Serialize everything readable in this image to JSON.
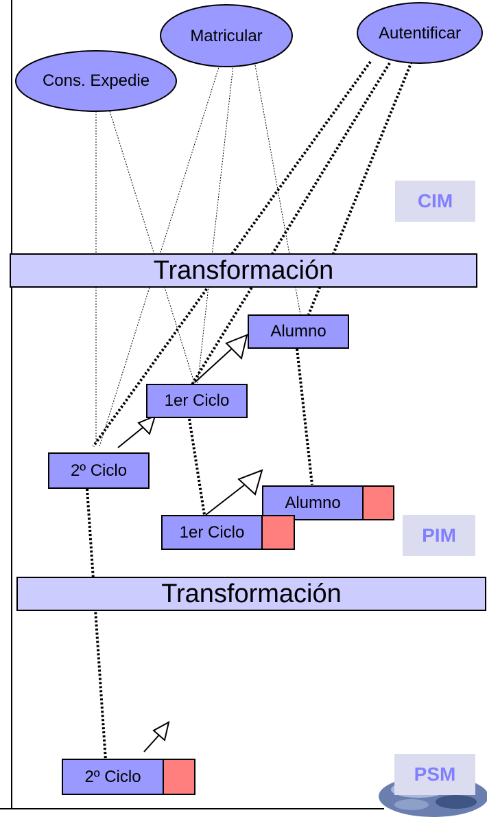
{
  "use_cases": [
    "Cons. Expedie",
    "Matricular",
    "Autentificar"
  ],
  "level_labels": {
    "cim": "CIM",
    "pim": "PIM",
    "psm": "PSM"
  },
  "transformation_label": "Transformación",
  "pim_classes": {
    "alumno": "Alumno",
    "primer_ciclo": "1er Ciclo",
    "segundo_ciclo": "2º Ciclo"
  },
  "psm_classes": {
    "alumno": "Alumno",
    "primer_ciclo": "1er Ciclo",
    "segundo_ciclo": "2º Ciclo"
  },
  "colors": {
    "ellipse_fill": "#9999ff",
    "class_fill": "#9999ff",
    "band_fill": "#ccccff",
    "level_label_text": "#8080ff",
    "level_label_bg": "#dcdcf0",
    "psm_marker_fill": "#ff7f7f"
  }
}
